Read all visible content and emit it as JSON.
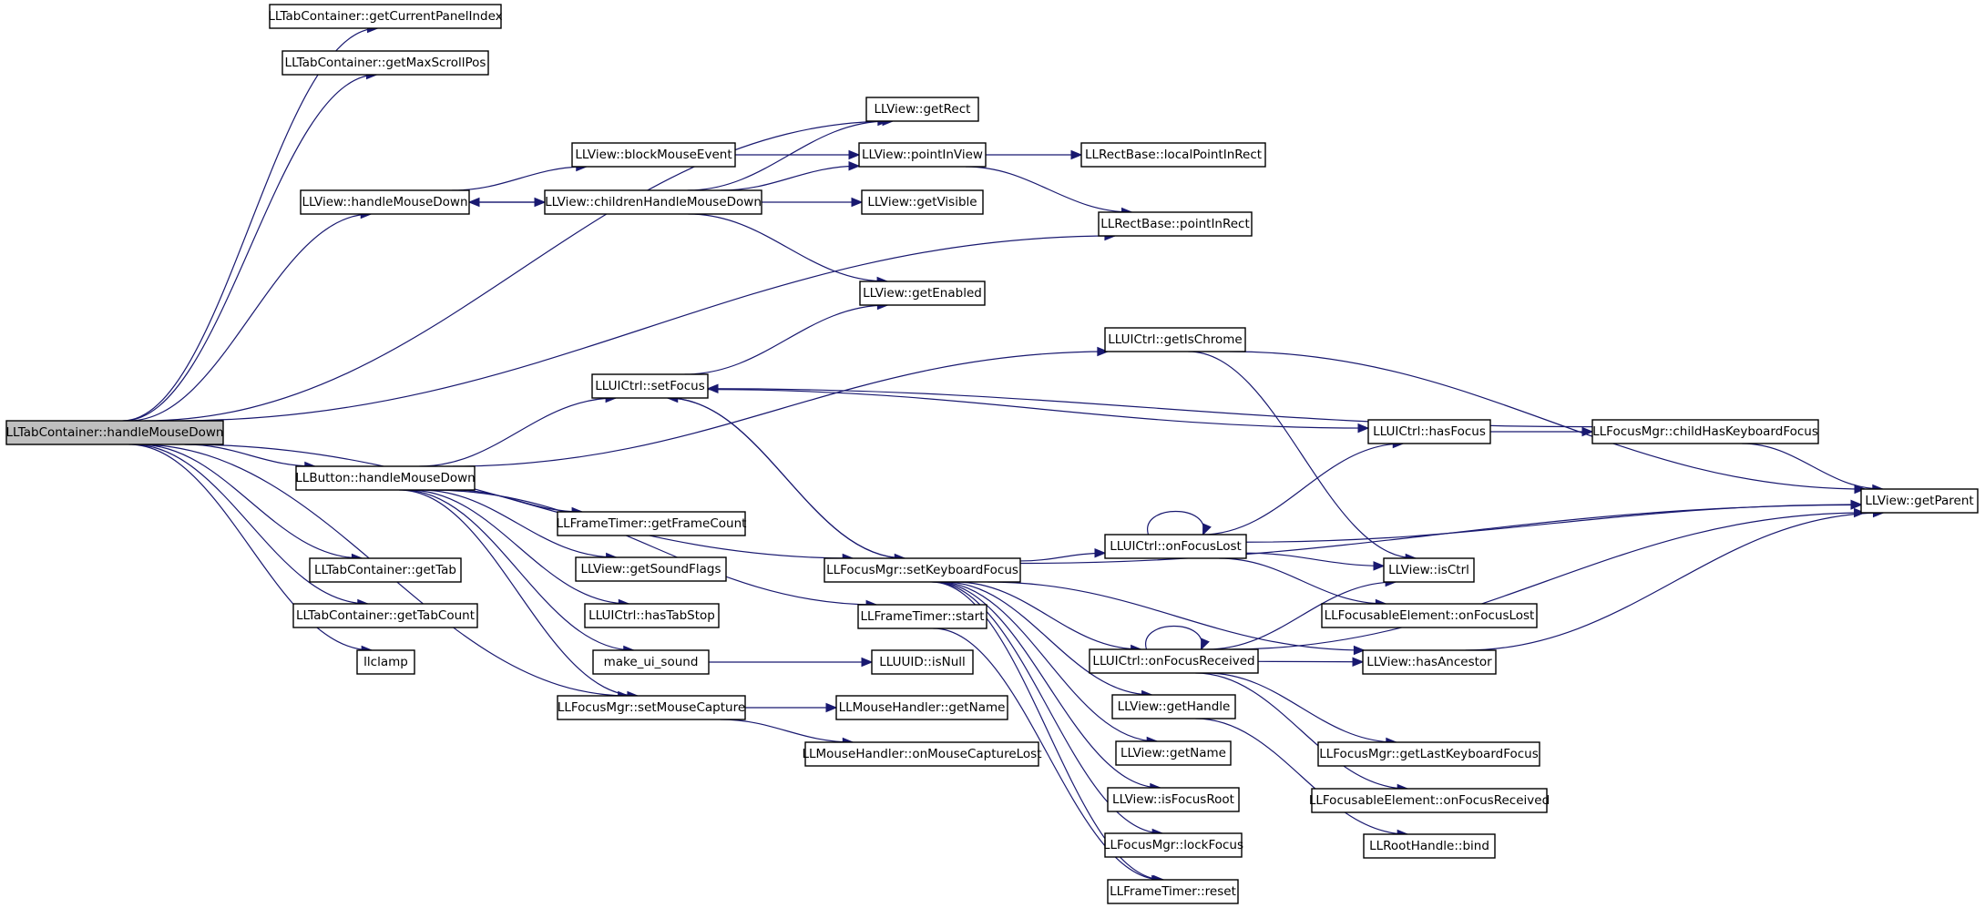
{
  "graph": {
    "nodes": [
      {
        "id": "root",
        "label": "LLTabContainer::handleMouseDown",
        "highlighted": true
      },
      {
        "id": "getCurrentPanelIndex",
        "label": "LLTabContainer::getCurrentPanelIndex"
      },
      {
        "id": "getMaxScrollPos",
        "label": "LLTabContainer::getMaxScrollPos"
      },
      {
        "id": "getRect",
        "label": "LLView::getRect"
      },
      {
        "id": "blockMouseEvent",
        "label": "LLView::blockMouseEvent"
      },
      {
        "id": "pointInView",
        "label": "LLView::pointInView"
      },
      {
        "id": "localPointInRect",
        "label": "LLRectBase::localPointInRect"
      },
      {
        "id": "viewHandleMouseDown",
        "label": "LLView::handleMouseDown"
      },
      {
        "id": "childrenHandleMouseDown",
        "label": "LLView::childrenHandleMouseDown"
      },
      {
        "id": "getVisible",
        "label": "LLView::getVisible"
      },
      {
        "id": "pointInRect",
        "label": "LLRectBase::pointInRect"
      },
      {
        "id": "getEnabled",
        "label": "LLView::getEnabled"
      },
      {
        "id": "getIsChrome",
        "label": "LLUICtrl::getIsChrome"
      },
      {
        "id": "setFocus",
        "label": "LLUICtrl::setFocus"
      },
      {
        "id": "hasFocus",
        "label": "LLUICtrl::hasFocus"
      },
      {
        "id": "childHasKeyboardFocus",
        "label": "LLFocusMgr::childHasKeyboardFocus"
      },
      {
        "id": "buttonHandleMouseDown",
        "label": "LLButton::handleMouseDown"
      },
      {
        "id": "getParent",
        "label": "LLView::getParent"
      },
      {
        "id": "getFrameCount",
        "label": "LLFrameTimer::getFrameCount"
      },
      {
        "id": "getSoundFlags",
        "label": "LLView::getSoundFlags"
      },
      {
        "id": "setKeyboardFocus",
        "label": "LLFocusMgr::setKeyboardFocus"
      },
      {
        "id": "onFocusLost",
        "label": "LLUICtrl::onFocusLost"
      },
      {
        "id": "isCtrl",
        "label": "LLView::isCtrl"
      },
      {
        "id": "getTab",
        "label": "LLTabContainer::getTab"
      },
      {
        "id": "getTabCount",
        "label": "LLTabContainer::getTabCount"
      },
      {
        "id": "hasTabStop",
        "label": "LLUICtrl::hasTabStop"
      },
      {
        "id": "frameTimerStart",
        "label": "LLFrameTimer::start"
      },
      {
        "id": "elemOnFocusLost",
        "label": "LLFocusableElement::onFocusLost"
      },
      {
        "id": "llclamp",
        "label": "llclamp"
      },
      {
        "id": "makeUiSound",
        "label": "make_ui_sound"
      },
      {
        "id": "isNull",
        "label": "LLUUID::isNull"
      },
      {
        "id": "onFocusReceived",
        "label": "LLUICtrl::onFocusReceived"
      },
      {
        "id": "hasAncestor",
        "label": "LLView::hasAncestor"
      },
      {
        "id": "setMouseCapture",
        "label": "LLFocusMgr::setMouseCapture"
      },
      {
        "id": "mhGetName",
        "label": "LLMouseHandler::getName"
      },
      {
        "id": "getHandle",
        "label": "LLView::getHandle"
      },
      {
        "id": "onMouseCaptureLost",
        "label": "LLMouseHandler::onMouseCaptureLost"
      },
      {
        "id": "viewGetName",
        "label": "LLView::getName"
      },
      {
        "id": "getLastKeyboardFocus",
        "label": "LLFocusMgr::getLastKeyboardFocus"
      },
      {
        "id": "isFocusRoot",
        "label": "LLView::isFocusRoot"
      },
      {
        "id": "elemOnFocusReceived",
        "label": "LLFocusableElement::onFocusReceived"
      },
      {
        "id": "lockFocus",
        "label": "LLFocusMgr::lockFocus"
      },
      {
        "id": "rootHandleBind",
        "label": "LLRootHandle::bind"
      },
      {
        "id": "frameTimerReset",
        "label": "LLFrameTimer::reset"
      }
    ],
    "edges": [
      [
        "root",
        "getCurrentPanelIndex"
      ],
      [
        "root",
        "getMaxScrollPos"
      ],
      [
        "root",
        "getRect"
      ],
      [
        "root",
        "viewHandleMouseDown"
      ],
      [
        "root",
        "pointInRect"
      ],
      [
        "root",
        "buttonHandleMouseDown"
      ],
      [
        "root",
        "setKeyboardFocus"
      ],
      [
        "root",
        "getTab"
      ],
      [
        "root",
        "getTabCount"
      ],
      [
        "root",
        "llclamp"
      ],
      [
        "root",
        "setMouseCapture"
      ],
      [
        "viewHandleMouseDown",
        "blockMouseEvent"
      ],
      [
        "viewHandleMouseDown",
        "childrenHandleMouseDown"
      ],
      [
        "childrenHandleMouseDown",
        "viewHandleMouseDown"
      ],
      [
        "blockMouseEvent",
        "pointInView"
      ],
      [
        "childrenHandleMouseDown",
        "getRect"
      ],
      [
        "childrenHandleMouseDown",
        "pointInView"
      ],
      [
        "childrenHandleMouseDown",
        "getVisible"
      ],
      [
        "childrenHandleMouseDown",
        "getEnabled"
      ],
      [
        "pointInView",
        "localPointInRect"
      ],
      [
        "pointInView",
        "pointInRect"
      ],
      [
        "buttonHandleMouseDown",
        "getIsChrome"
      ],
      [
        "buttonHandleMouseDown",
        "setFocus"
      ],
      [
        "buttonHandleMouseDown",
        "frameTimerStart"
      ],
      [
        "buttonHandleMouseDown",
        "getFrameCount"
      ],
      [
        "buttonHandleMouseDown",
        "getSoundFlags"
      ],
      [
        "buttonHandleMouseDown",
        "hasTabStop"
      ],
      [
        "buttonHandleMouseDown",
        "makeUiSound"
      ],
      [
        "buttonHandleMouseDown",
        "setMouseCapture"
      ],
      [
        "setFocus",
        "getEnabled"
      ],
      [
        "setFocus",
        "hasFocus"
      ],
      [
        "setFocus",
        "setKeyboardFocus"
      ],
      [
        "setKeyboardFocus",
        "setFocus"
      ],
      [
        "getIsChrome",
        "getParent"
      ],
      [
        "getIsChrome",
        "isCtrl"
      ],
      [
        "hasFocus",
        "childHasKeyboardFocus"
      ],
      [
        "childHasKeyboardFocus",
        "setFocus"
      ],
      [
        "childHasKeyboardFocus",
        "getParent"
      ],
      [
        "setKeyboardFocus",
        "getParent"
      ],
      [
        "setKeyboardFocus",
        "onFocusLost"
      ],
      [
        "setKeyboardFocus",
        "hasAncestor"
      ],
      [
        "setKeyboardFocus",
        "onFocusReceived"
      ],
      [
        "setKeyboardFocus",
        "getHandle"
      ],
      [
        "setKeyboardFocus",
        "viewGetName"
      ],
      [
        "setKeyboardFocus",
        "isFocusRoot"
      ],
      [
        "setKeyboardFocus",
        "lockFocus"
      ],
      [
        "setKeyboardFocus",
        "frameTimerReset"
      ],
      [
        "onFocusLost",
        "onFocusLost"
      ],
      [
        "onFocusLost",
        "hasFocus"
      ],
      [
        "onFocusLost",
        "getParent"
      ],
      [
        "onFocusLost",
        "isCtrl"
      ],
      [
        "onFocusLost",
        "elemOnFocusLost"
      ],
      [
        "onFocusReceived",
        "onFocusReceived"
      ],
      [
        "onFocusReceived",
        "isCtrl"
      ],
      [
        "onFocusReceived",
        "hasAncestor"
      ],
      [
        "onFocusReceived",
        "getParent"
      ],
      [
        "onFocusReceived",
        "getLastKeyboardFocus"
      ],
      [
        "onFocusReceived",
        "elemOnFocusReceived"
      ],
      [
        "hasAncestor",
        "getParent"
      ],
      [
        "makeUiSound",
        "isNull"
      ],
      [
        "setMouseCapture",
        "mhGetName"
      ],
      [
        "setMouseCapture",
        "onMouseCaptureLost"
      ],
      [
        "frameTimerStart",
        "frameTimerReset"
      ],
      [
        "getHandle",
        "rootHandleBind"
      ]
    ]
  }
}
